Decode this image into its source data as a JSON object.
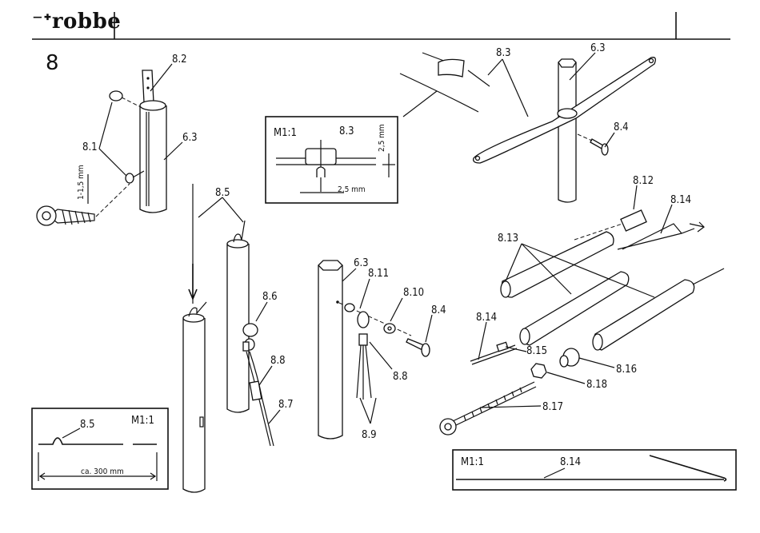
{
  "header": {
    "brand": "robbe",
    "step_number": "8"
  },
  "labels": {
    "l_8_2": "8.2",
    "l_6_3a": "6.3",
    "l_8_1": "8.1",
    "l_1_5mm": "1-1,5 mm",
    "l_8_5a": "8.5",
    "l_8_6": "8.6",
    "l_8_8a": "8.8",
    "l_8_7": "8.7",
    "l_6_3b": "6.3",
    "l_8_11": "8.11",
    "l_8_10": "8.10",
    "l_8_4a": "8.4",
    "l_8_8b": "8.8",
    "l_8_9": "8.9",
    "l_8_3a": "8.3",
    "l_6_3c": "6.3",
    "l_8_4b": "8.4",
    "l_8_12": "8.12",
    "l_8_14a": "8.14",
    "l_8_13": "8.13",
    "l_8_14b": "8.14",
    "l_8_15": "8.15",
    "l_8_16": "8.16",
    "l_8_18": "8.18",
    "l_8_17": "8.17"
  },
  "inset_top": {
    "scale": "M1:1",
    "part": "8.3",
    "dim_v": "2,5 mm",
    "dim_h": "2,5 mm"
  },
  "inset_bottom_left": {
    "scale": "M1:1",
    "part": "8.5",
    "dim": "ca. 300 mm"
  },
  "inset_bottom_right": {
    "scale": "M1:1",
    "part": "8.14"
  }
}
